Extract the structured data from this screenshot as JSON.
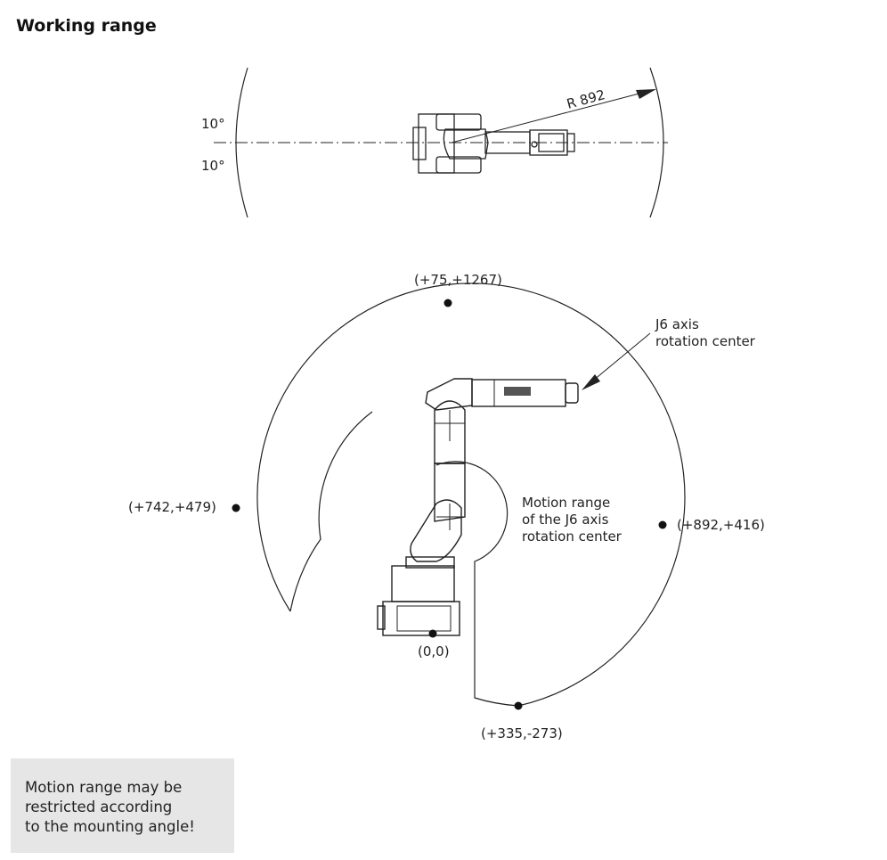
{
  "title": "Working range",
  "top_view": {
    "angle_upper": "10°",
    "angle_lower": "10°",
    "radius_label": "R 892"
  },
  "side_view": {
    "points": {
      "top": "(+75,+1267)",
      "left": "(+742,+479)",
      "right": "(+892,+416)",
      "bottom": "(+335,-273)",
      "origin": "(0,0)"
    },
    "j6_label": [
      "J6 axis",
      "rotation center"
    ],
    "motion_label": [
      "Motion range",
      "of the J6 axis",
      "rotation center"
    ]
  },
  "note": [
    "Motion range may be",
    "restricted according",
    "to the mounting angle!"
  ]
}
